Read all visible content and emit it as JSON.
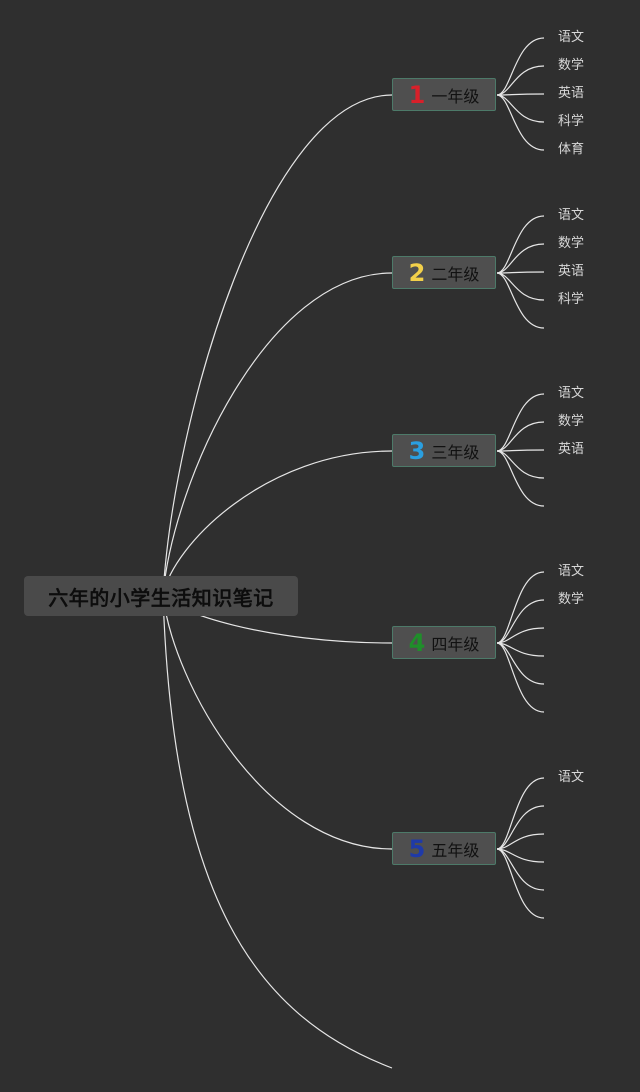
{
  "root": {
    "title": "六年的小学生活知识笔记"
  },
  "grades": [
    {
      "num": "1",
      "label": "一年级",
      "color": "#d8202a",
      "subjects": [
        "语文",
        "数学",
        "英语",
        "科学",
        "体育"
      ],
      "branches": 5
    },
    {
      "num": "2",
      "label": "二年级",
      "color": "#f2d04a",
      "subjects": [
        "语文",
        "数学",
        "英语",
        "科学",
        ""
      ],
      "branches": 5
    },
    {
      "num": "3",
      "label": "三年级",
      "color": "#2a9fe0",
      "subjects": [
        "语文",
        "数学",
        "英语",
        "",
        ""
      ],
      "branches": 5
    },
    {
      "num": "4",
      "label": "四年级",
      "color": "#1f8f2a",
      "subjects": [
        "语文",
        "数学",
        "",
        "",
        ""
      ],
      "branches": 6
    },
    {
      "num": "5",
      "label": "五年级",
      "color": "#1f3aa8",
      "subjects": [
        "语文",
        "",
        "",
        "",
        "",
        ""
      ],
      "branches": 6
    }
  ],
  "colors": {
    "background": "#2f2f2f",
    "line": "#e6e6e6",
    "node_border": "#4d7a69"
  }
}
